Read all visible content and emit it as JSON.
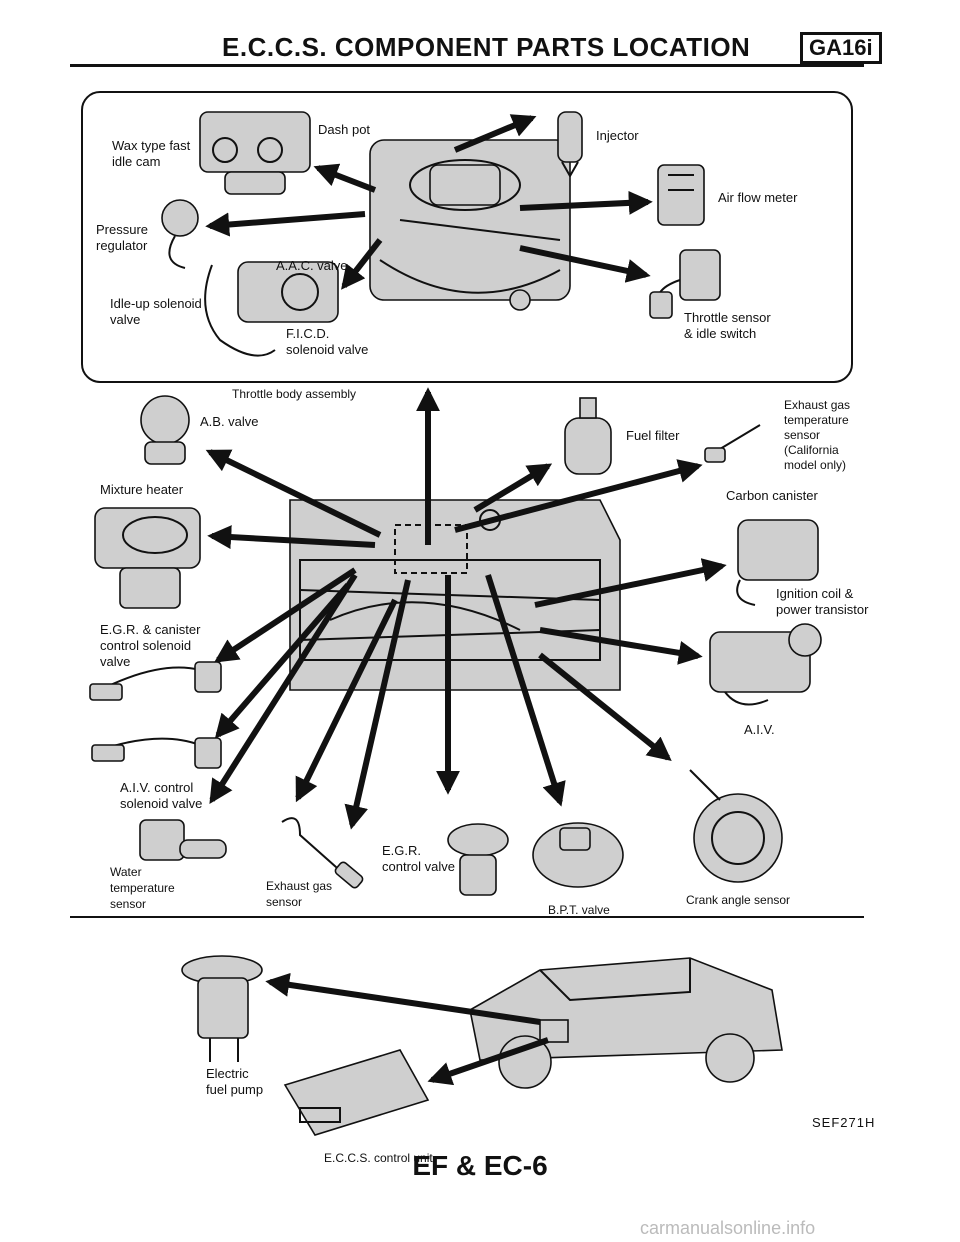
{
  "header": {
    "title": "E.C.C.S. COMPONENT PARTS LOCATION",
    "engine_code": "GA16i"
  },
  "top_panel": {
    "wax_cam": [
      "Wax type fast",
      "idle cam"
    ],
    "dash_pot": "Dash pot",
    "injector": "Injector",
    "air_flow_meter": "Air flow meter",
    "pressure_regulator": [
      "Pressure",
      "regulator"
    ],
    "aac_valve": "A.A.C. valve",
    "idle_up": [
      "Idle-up solenoid",
      "valve"
    ],
    "throttle_sensor": [
      "Throttle sensor",
      "& idle switch"
    ],
    "ficd": [
      "F.I.C.D.",
      "solenoid valve"
    ],
    "throttle_body": "Throttle body assembly"
  },
  "middle": {
    "ab_valve": "A.B. valve",
    "fuel_filter": "Fuel filter",
    "exhaust_temp": [
      "Exhaust gas",
      "temperature",
      "sensor",
      "(California",
      "model only)"
    ],
    "mixture_heater": "Mixture heater",
    "carbon_canister": "Carbon canister",
    "ignition_coil": [
      "Ignition coil &",
      "power transistor"
    ],
    "egr_canister": [
      "E.G.R. & canister",
      "control solenoid",
      "valve"
    ],
    "aiv": "A.I.V.",
    "aiv_control": [
      "A.I.V. control",
      "solenoid valve"
    ],
    "water_temp": [
      "Water",
      "temperature",
      "sensor"
    ],
    "exhaust_gas_sensor": [
      "Exhaust gas",
      "sensor"
    ],
    "egr_control": [
      "E.G.R.",
      "control valve"
    ],
    "crank_angle": "Crank angle sensor",
    "bpt_valve": "B.P.T. valve"
  },
  "bottom": {
    "fuel_pump": [
      "Electric",
      "fuel pump"
    ],
    "control_unit": "E.C.C.S. control unit"
  },
  "figure_code": "SEF271H",
  "page": "EF & EC-6",
  "watermark": "carmanualsonline.info"
}
